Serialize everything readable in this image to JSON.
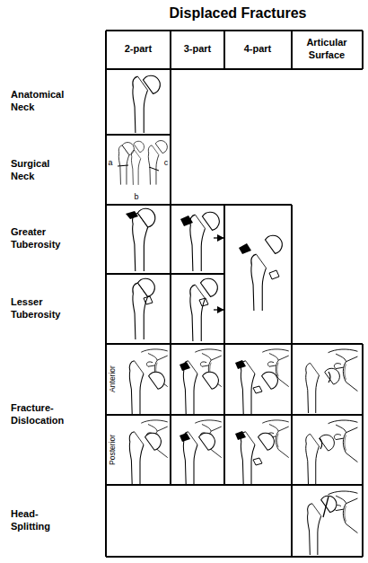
{
  "diagram": {
    "title": "Displaced Fractures",
    "labels": [
      "2-part",
      "3-part",
      "4-part",
      "Articular Surface",
      "Anatomical Neck",
      "Surgical Neck",
      "a",
      "b",
      "c",
      "Greater Tuberosity",
      "Lesser Tuberosity",
      "Fracture-Dislocation",
      "Anterior",
      "Posterior",
      "Head-Splitting"
    ]
  }
}
